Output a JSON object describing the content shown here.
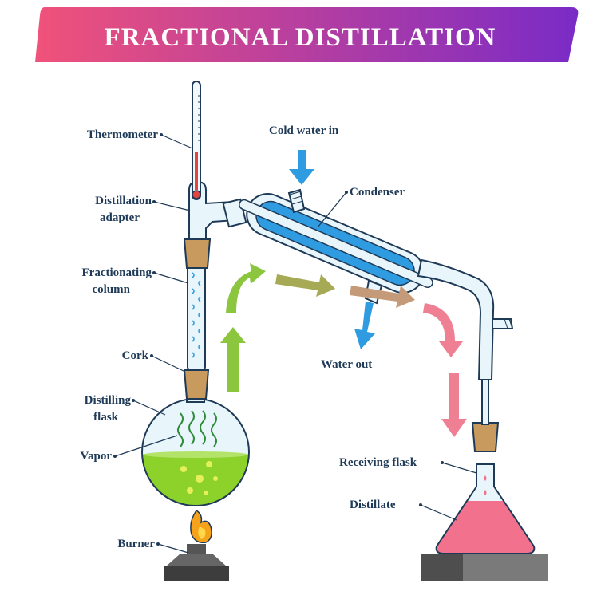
{
  "title": "FRACTIONAL DISTILLATION",
  "labels": {
    "thermometer": "Thermometer",
    "adapter_1": "Distillation",
    "adapter_2": "adapter",
    "column_1": "Fractionating",
    "column_2": "column",
    "cork": "Cork",
    "flask_1": "Distilling",
    "flask_2": "flask",
    "vapor": "Vapor",
    "burner": "Burner",
    "cold_water_in": "Cold water in",
    "condenser": "Condenser",
    "water_out": "Water out",
    "receiving_flask": "Receiving flask",
    "distillate": "Distillate"
  },
  "colors": {
    "banner_start": "#f0527a",
    "banner_end": "#7a2bc6",
    "glass": "#e8f6fb",
    "outline": "#1f3a57",
    "water_blue": "#2f9be0",
    "liquid_green": "#8dd12b",
    "liquid_pink": "#f2728e",
    "cork": "#c99a5e",
    "arrow_green": "#8cc63f",
    "arrow_olive": "#a7aa55",
    "arrow_tan": "#c59a78",
    "arrow_pink": "#ef7f92"
  }
}
